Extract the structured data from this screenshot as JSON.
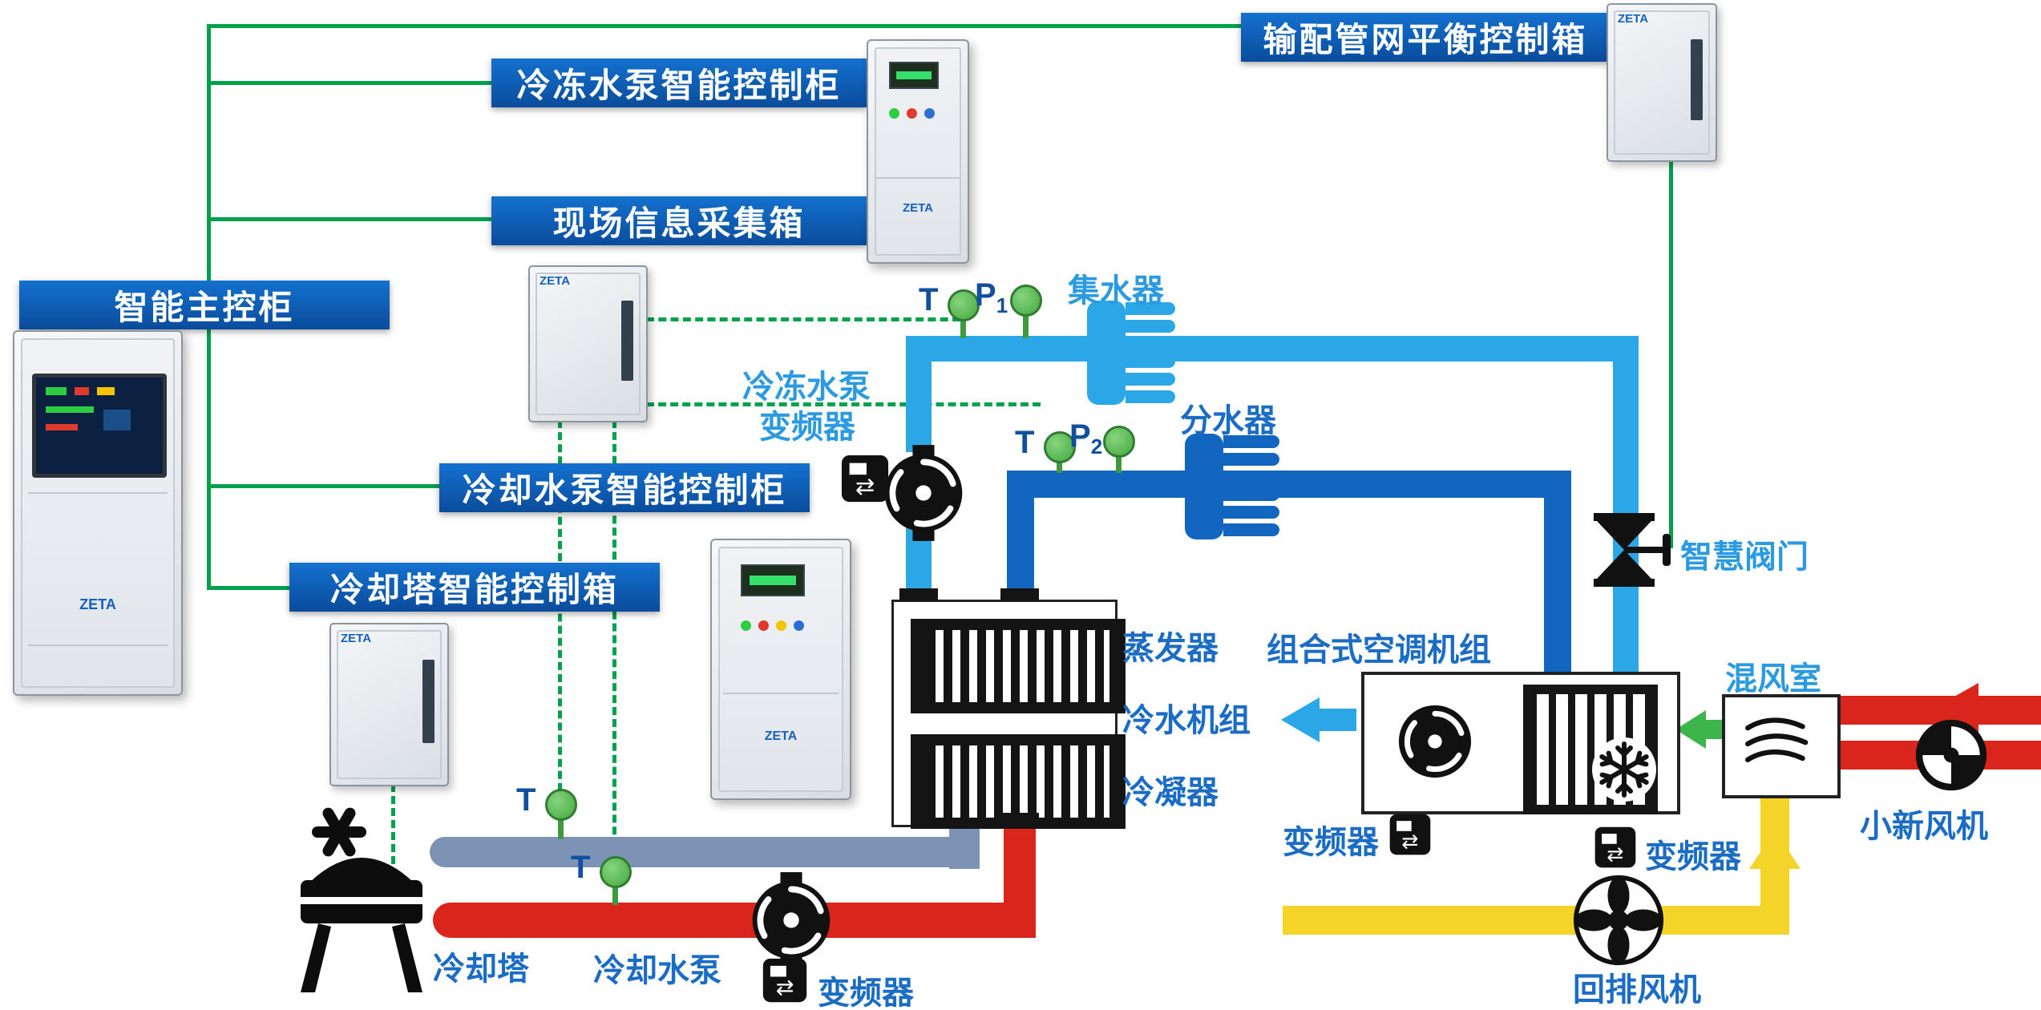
{
  "brand": "ZETA",
  "banners": {
    "distribution_network": "输配管网平衡控制箱",
    "chilled_pump_cabinet": "冷冻水泵智能控制柜",
    "field_info_box": "现场信息采集箱",
    "main_control_cabinet": "智能主控柜",
    "cooling_pump_cabinet": "冷却水泵智能控制柜",
    "cooling_tower_box": "冷却塔智能控制箱"
  },
  "equipment_labels": {
    "collector": "集水器",
    "distributor": "分水器",
    "chilled_water_pump": "冷冻水泵",
    "chilled_pump_vfd": "变频器",
    "evaporator": "蒸发器",
    "chiller_unit": "冷水机组",
    "condenser": "冷凝器",
    "ahu": "组合式空调机组",
    "mixing_room": "混风室",
    "smart_valve": "智慧阀门",
    "fresh_air_fan": "小新风机",
    "ahu_vfd": "变频器",
    "return_fan_vfd": "变频器",
    "return_fan": "回排风机",
    "cooling_tower": "冷却塔",
    "cooling_water_pump": "冷却水泵",
    "cooling_pump_vfd": "变频器"
  },
  "sensors": {
    "t": "T",
    "p": "P",
    "p1_sub": "1",
    "p2_sub": "2"
  },
  "colors": {
    "chilled_supply": "#2ba7e8",
    "chilled_return": "#1366bf",
    "condenser_hot": "#da251c",
    "cooling_return": "#7d93b5",
    "return_air": "#f5d42a",
    "comm_line": "#00a14b",
    "banner_blue": "#0a4c9c",
    "sensor_green": "#54b948"
  }
}
